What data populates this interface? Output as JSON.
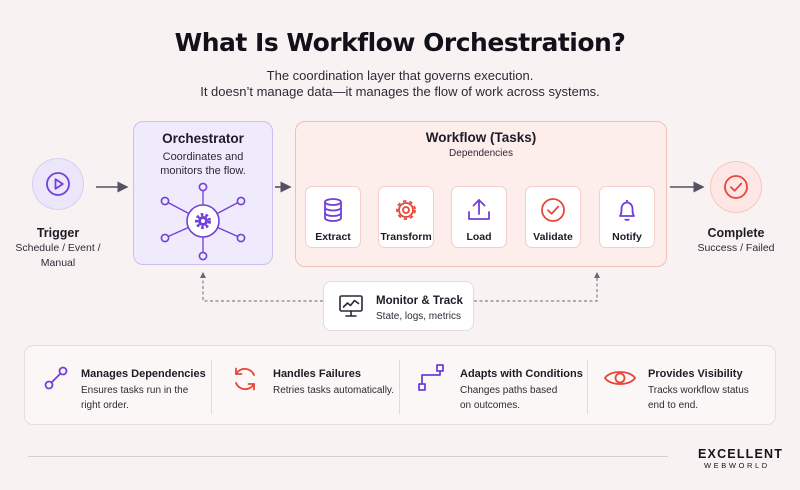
{
  "header": {
    "title": "What Is Workflow Orchestration?",
    "subtitle_line1": "The coordination layer that governs execution.",
    "subtitle_line2": "It doesn’t manage data—it manages the flow of work across systems."
  },
  "trigger": {
    "icon": "play-icon",
    "title": "Trigger",
    "line1": "Schedule / Event /",
    "line2": "Manual"
  },
  "orchestrator": {
    "icon": "gear-icon",
    "title": "Orchestrator",
    "line1": "Coordinates and",
    "line2": "monitors the flow."
  },
  "workflow": {
    "title": "Workflow (Tasks)",
    "dependencies_label": "Dependencies",
    "tasks": [
      {
        "label": "Extract",
        "icon": "database-icon"
      },
      {
        "label": "Transform",
        "icon": "gear-icon"
      },
      {
        "label": "Load",
        "icon": "upload-icon"
      },
      {
        "label": "Validate",
        "icon": "check-circle-icon"
      },
      {
        "label": "Notify",
        "icon": "bell-icon"
      }
    ]
  },
  "complete": {
    "icon": "check-circle-icon",
    "title": "Complete",
    "subtitle": "Success / Failed"
  },
  "monitor": {
    "icon": "monitor-chart-icon",
    "title": "Monitor & Track",
    "subtitle": "State, logs, metrics"
  },
  "features": [
    {
      "icon": "dependency-icon",
      "title": "Manages Dependencies",
      "line1": "Ensures tasks run in the",
      "line2": "right order."
    },
    {
      "icon": "refresh-icon",
      "title": "Handles Failures",
      "line1": "Retries tasks automatically.",
      "line2": ""
    },
    {
      "icon": "branch-icon",
      "title": "Adapts with Conditions",
      "line1": "Changes paths based",
      "line2": "on outcomes."
    },
    {
      "icon": "eye-icon",
      "title": "Provides Visibility",
      "line1": "Tracks workflow status",
      "line2": "end to end."
    }
  ],
  "brand": {
    "line1": "EXCELLENT",
    "line2": "WEBWORLD"
  },
  "colors": {
    "purple": "#7040d8",
    "red": "#e5473a",
    "text": "#1d1b26"
  }
}
